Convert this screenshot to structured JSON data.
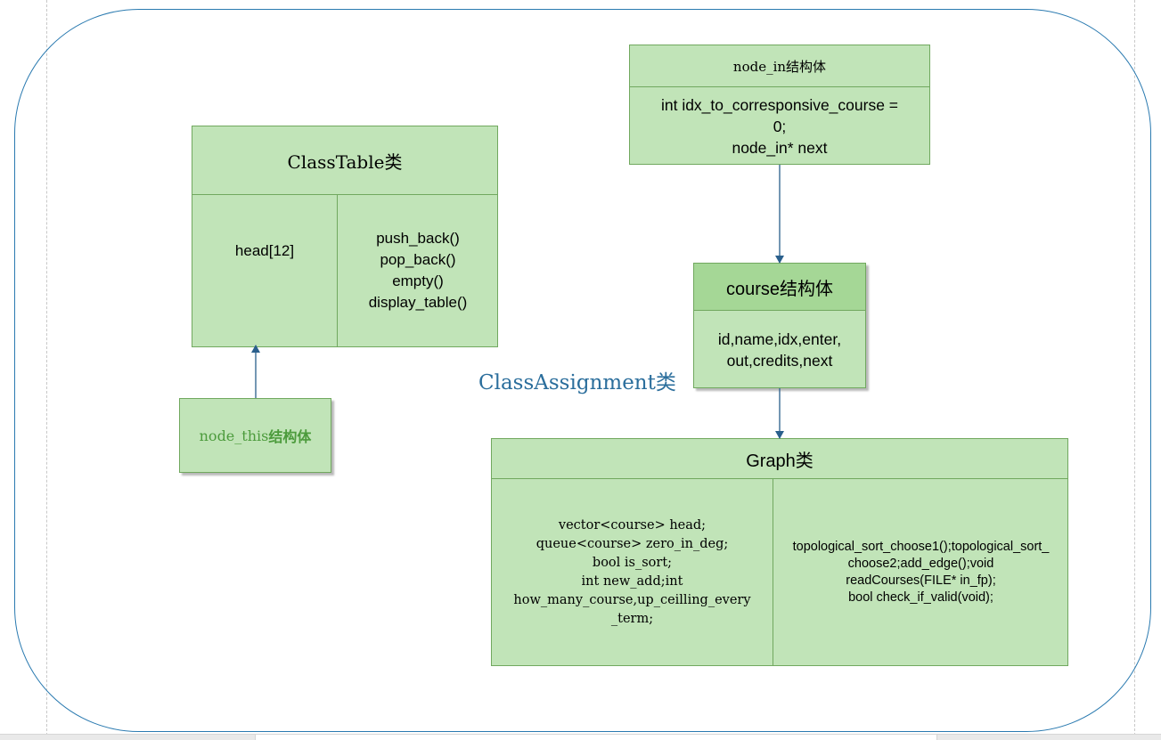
{
  "frame_label": "ClassAssignment类",
  "class_table": {
    "title": "ClassTable类",
    "attributes": "head[12]",
    "methods": [
      "push_back()",
      "pop_back()",
      "empty()",
      "display_table()"
    ]
  },
  "node_this": {
    "label_prefix": "node_this",
    "label_suffix": "结构体"
  },
  "node_in": {
    "title": "node_in结构体",
    "body": [
      "int idx_to_corresponsive_course =",
      "0;",
      "node_in* next"
    ]
  },
  "course": {
    "title": "course结构体",
    "body": [
      "id,name,idx,enter,",
      "out,credits,next"
    ]
  },
  "graph": {
    "title": "Graph类",
    "attributes": [
      "vector<course> head;",
      "queue<course> zero_in_deg;",
      "bool is_sort;",
      "int new_add;int",
      "how_many_course,up_ceilling_every",
      "_term;"
    ],
    "methods": [
      "topological_sort_choose1();topological_sort_",
      "choose2;add_edge();void",
      "readCourses(FILE* in_fp);",
      "bool check_if_valid(void);"
    ]
  },
  "colors": {
    "box_fill": "#c1e4b8",
    "box_border": "#71a85f",
    "course_header_fill": "#a5d796",
    "frame_border": "#2a7ab0",
    "arrow": "#2a5f8c",
    "label_blue": "#2b6e9c",
    "node_this_text": "#4c9b3c"
  }
}
